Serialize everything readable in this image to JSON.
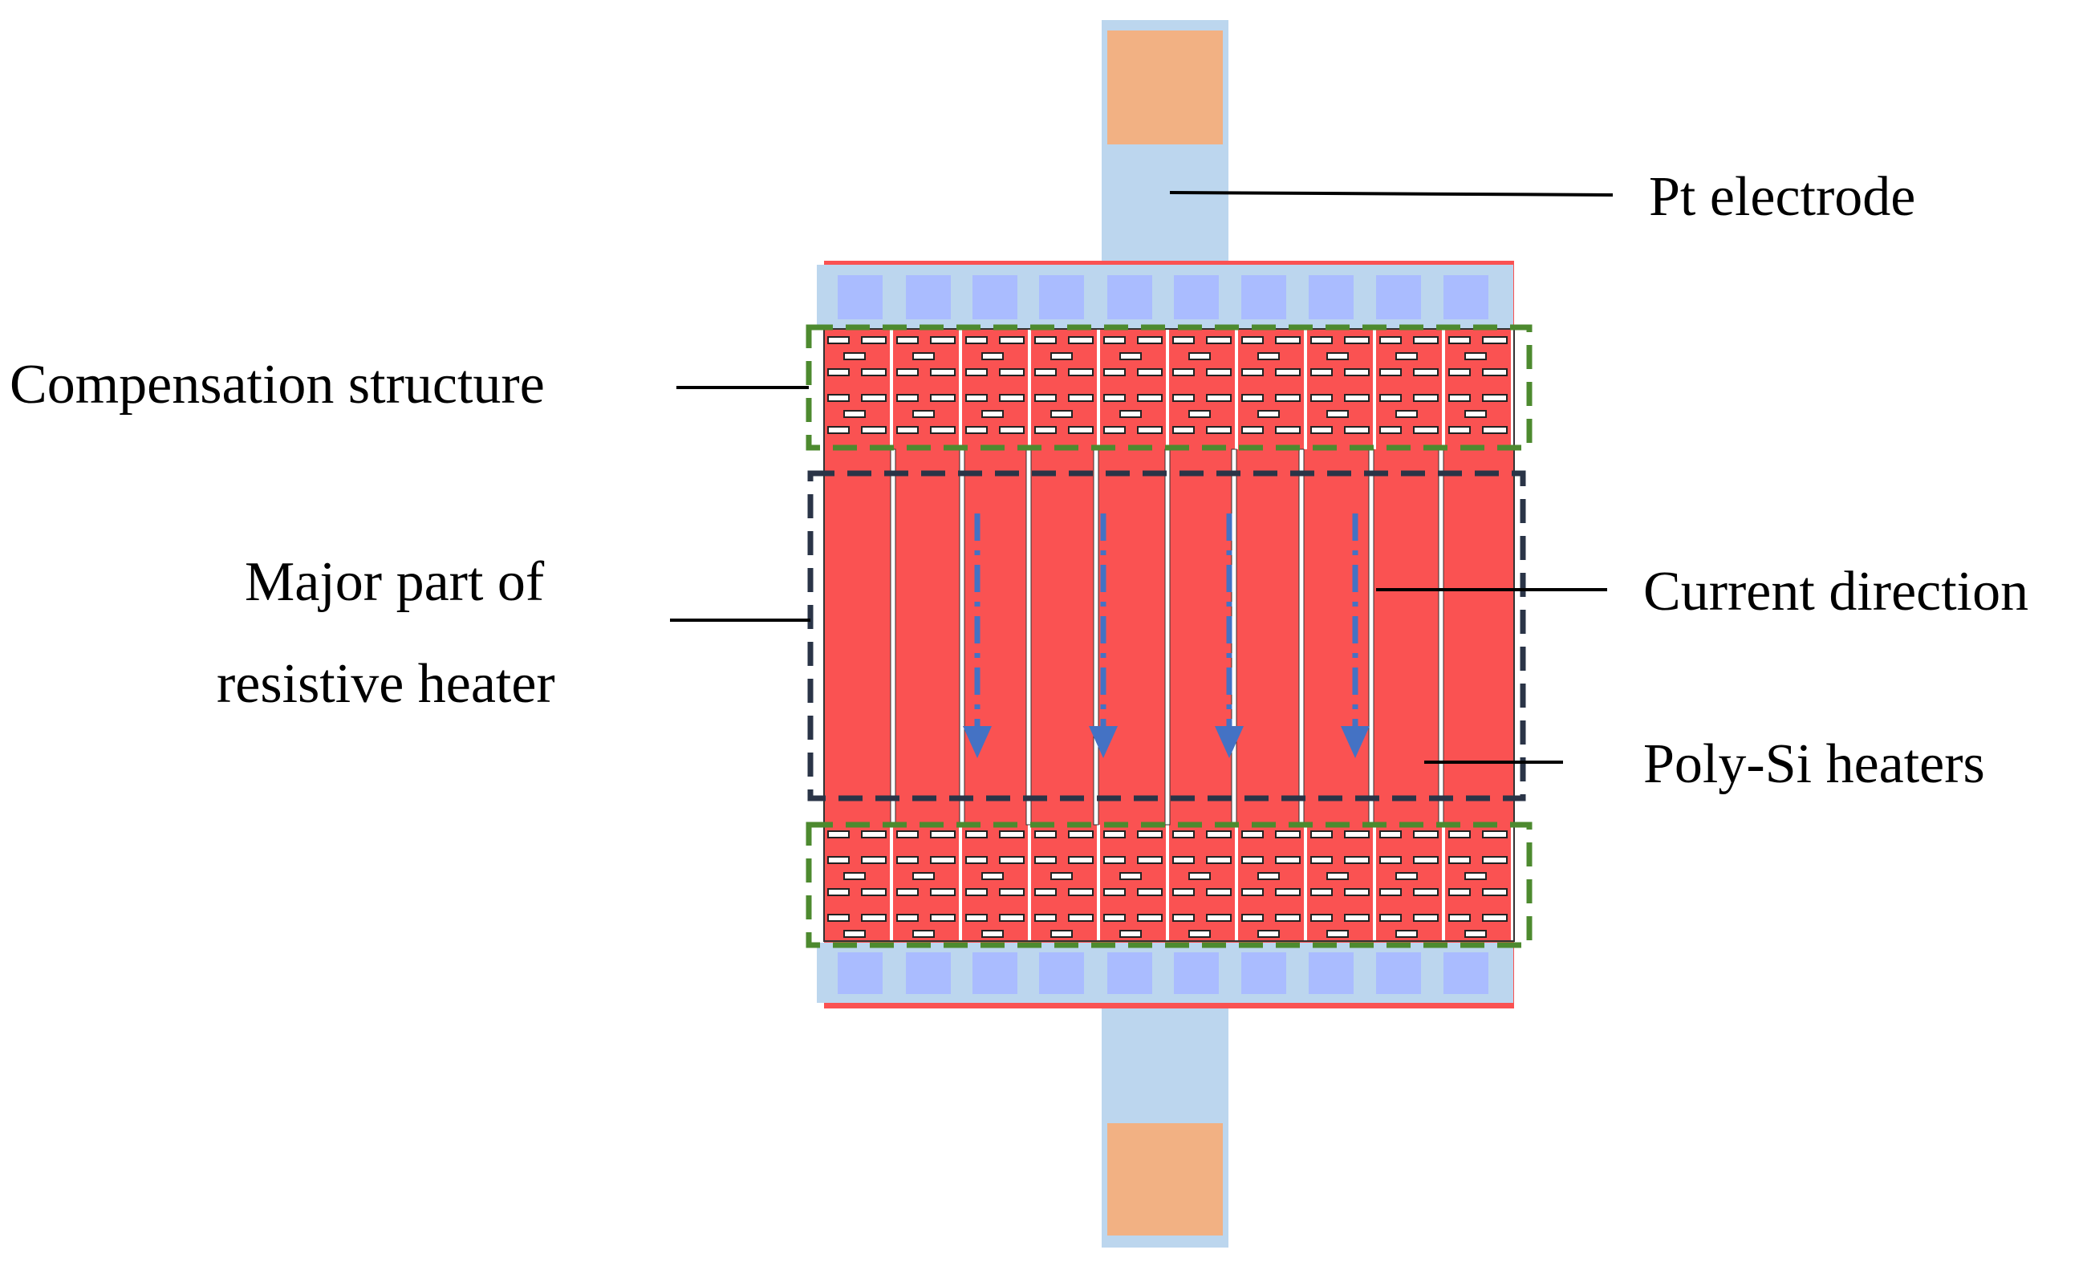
{
  "labels": {
    "pt_electrode": "Pt electrode",
    "compensation_structure": "Compensation structure",
    "major_part_line1": "Major part of",
    "major_part_line2": "resistive heater",
    "current_direction": "Current direction",
    "poly_si_heaters": "Poly-Si heaters"
  },
  "colors": {
    "heater_red": "#fa5252",
    "electrode_blue": "#bcd6ee",
    "pad_blue": "#aabcff",
    "contact_orange": "#f2b183",
    "compensation_outline": "#4d8a2f",
    "major_outline": "#2a3447",
    "arrow_blue": "#4472c4",
    "leader_line": "#000000"
  },
  "icons": {
    "current_arrow": "down-arrow-icon"
  },
  "heater_strip_count": 10,
  "current_arrow_count": 4
}
